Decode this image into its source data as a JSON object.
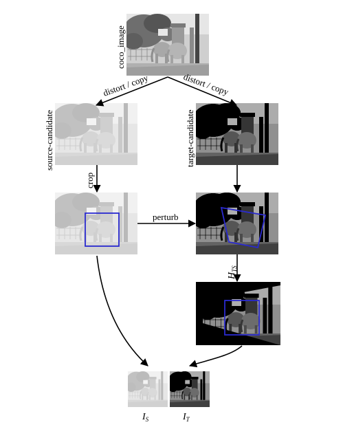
{
  "nodes": {
    "coco": {
      "label": "coco_image"
    },
    "source": {
      "label": "source-candidate"
    },
    "target": {
      "label": "target-candidate"
    }
  },
  "edges": {
    "distort_left": "distort / copy",
    "distort_right": "distort / copy",
    "crop": "crop",
    "perturb": "perturb",
    "homography": {
      "base": "H",
      "sub": "TS"
    }
  },
  "outputs": {
    "source_patch": {
      "base": "I",
      "sub": "S"
    },
    "target_patch": {
      "base": "I",
      "sub": "T"
    }
  },
  "colors": {
    "box": "#2a2ad0",
    "arrow": "#000000"
  }
}
